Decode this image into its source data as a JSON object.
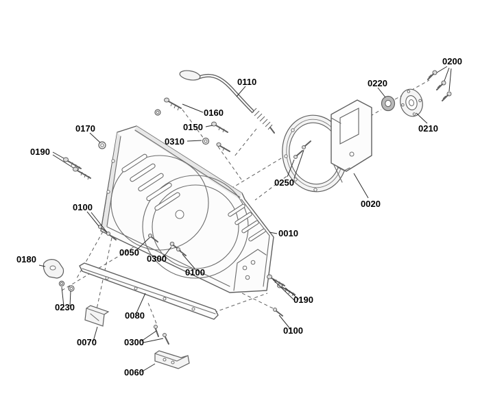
{
  "diagram": {
    "kind": "exploded-parts-diagram",
    "background": "#ffffff",
    "line_color": "#5f5f5f",
    "label_color": "#000000",
    "callouts": [
      {
        "part": "0110",
        "ref": "handle-rod"
      },
      {
        "part": "0200",
        "ref": "screws-top-right"
      },
      {
        "part": "0220",
        "ref": "bearing"
      },
      {
        "part": "0210",
        "ref": "bearing-flange"
      },
      {
        "part": "0160",
        "ref": "bolt-upper"
      },
      {
        "part": "0150",
        "ref": "bolt-middle"
      },
      {
        "part": "0310",
        "ref": "nut-and-bolt"
      },
      {
        "part": "0170",
        "ref": "flange-nut"
      },
      {
        "part": "0190",
        "ref": "bolts-left"
      },
      {
        "part": "0250",
        "ref": "ring-hardware"
      },
      {
        "part": "0020",
        "ref": "rear-housing"
      },
      {
        "part": "0100",
        "ref": "screws-left"
      },
      {
        "part": "0010",
        "ref": "auger-housing"
      },
      {
        "part": "0180",
        "ref": "bracket"
      },
      {
        "part": "0050",
        "ref": "screw-center"
      },
      {
        "part": "0300",
        "ref": "bolt-center"
      },
      {
        "part": "0100",
        "ref": "screw-center-low"
      },
      {
        "part": "0190",
        "ref": "bolts-right"
      },
      {
        "part": "0230",
        "ref": "nuts-washers"
      },
      {
        "part": "0080",
        "ref": "scraper-bar"
      },
      {
        "part": "0100",
        "ref": "screw-bottom-right"
      },
      {
        "part": "0070",
        "ref": "skid-shoe-left"
      },
      {
        "part": "0300",
        "ref": "screws-bottom"
      },
      {
        "part": "0060",
        "ref": "skid-shoe-bottom"
      }
    ],
    "figures": [
      "auger-housing",
      "rear-housing",
      "bearing",
      "bearing-flange",
      "handle-rod",
      "scraper-bar",
      "skid-shoe",
      "bracket",
      "bolt",
      "nut",
      "washer",
      "screw"
    ]
  }
}
